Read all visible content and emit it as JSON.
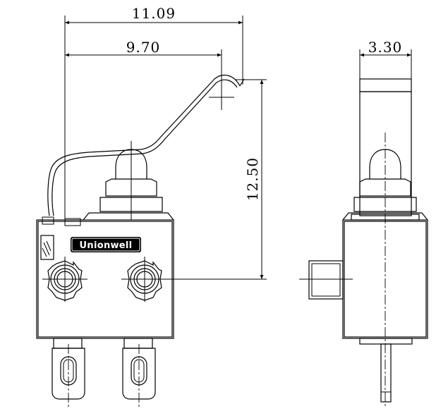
{
  "dimensions": {
    "overall_length": "11.09",
    "actuator_length": "9.70",
    "height": "12.50",
    "width": "3.30"
  },
  "logo": {
    "text": "Unionwell"
  }
}
